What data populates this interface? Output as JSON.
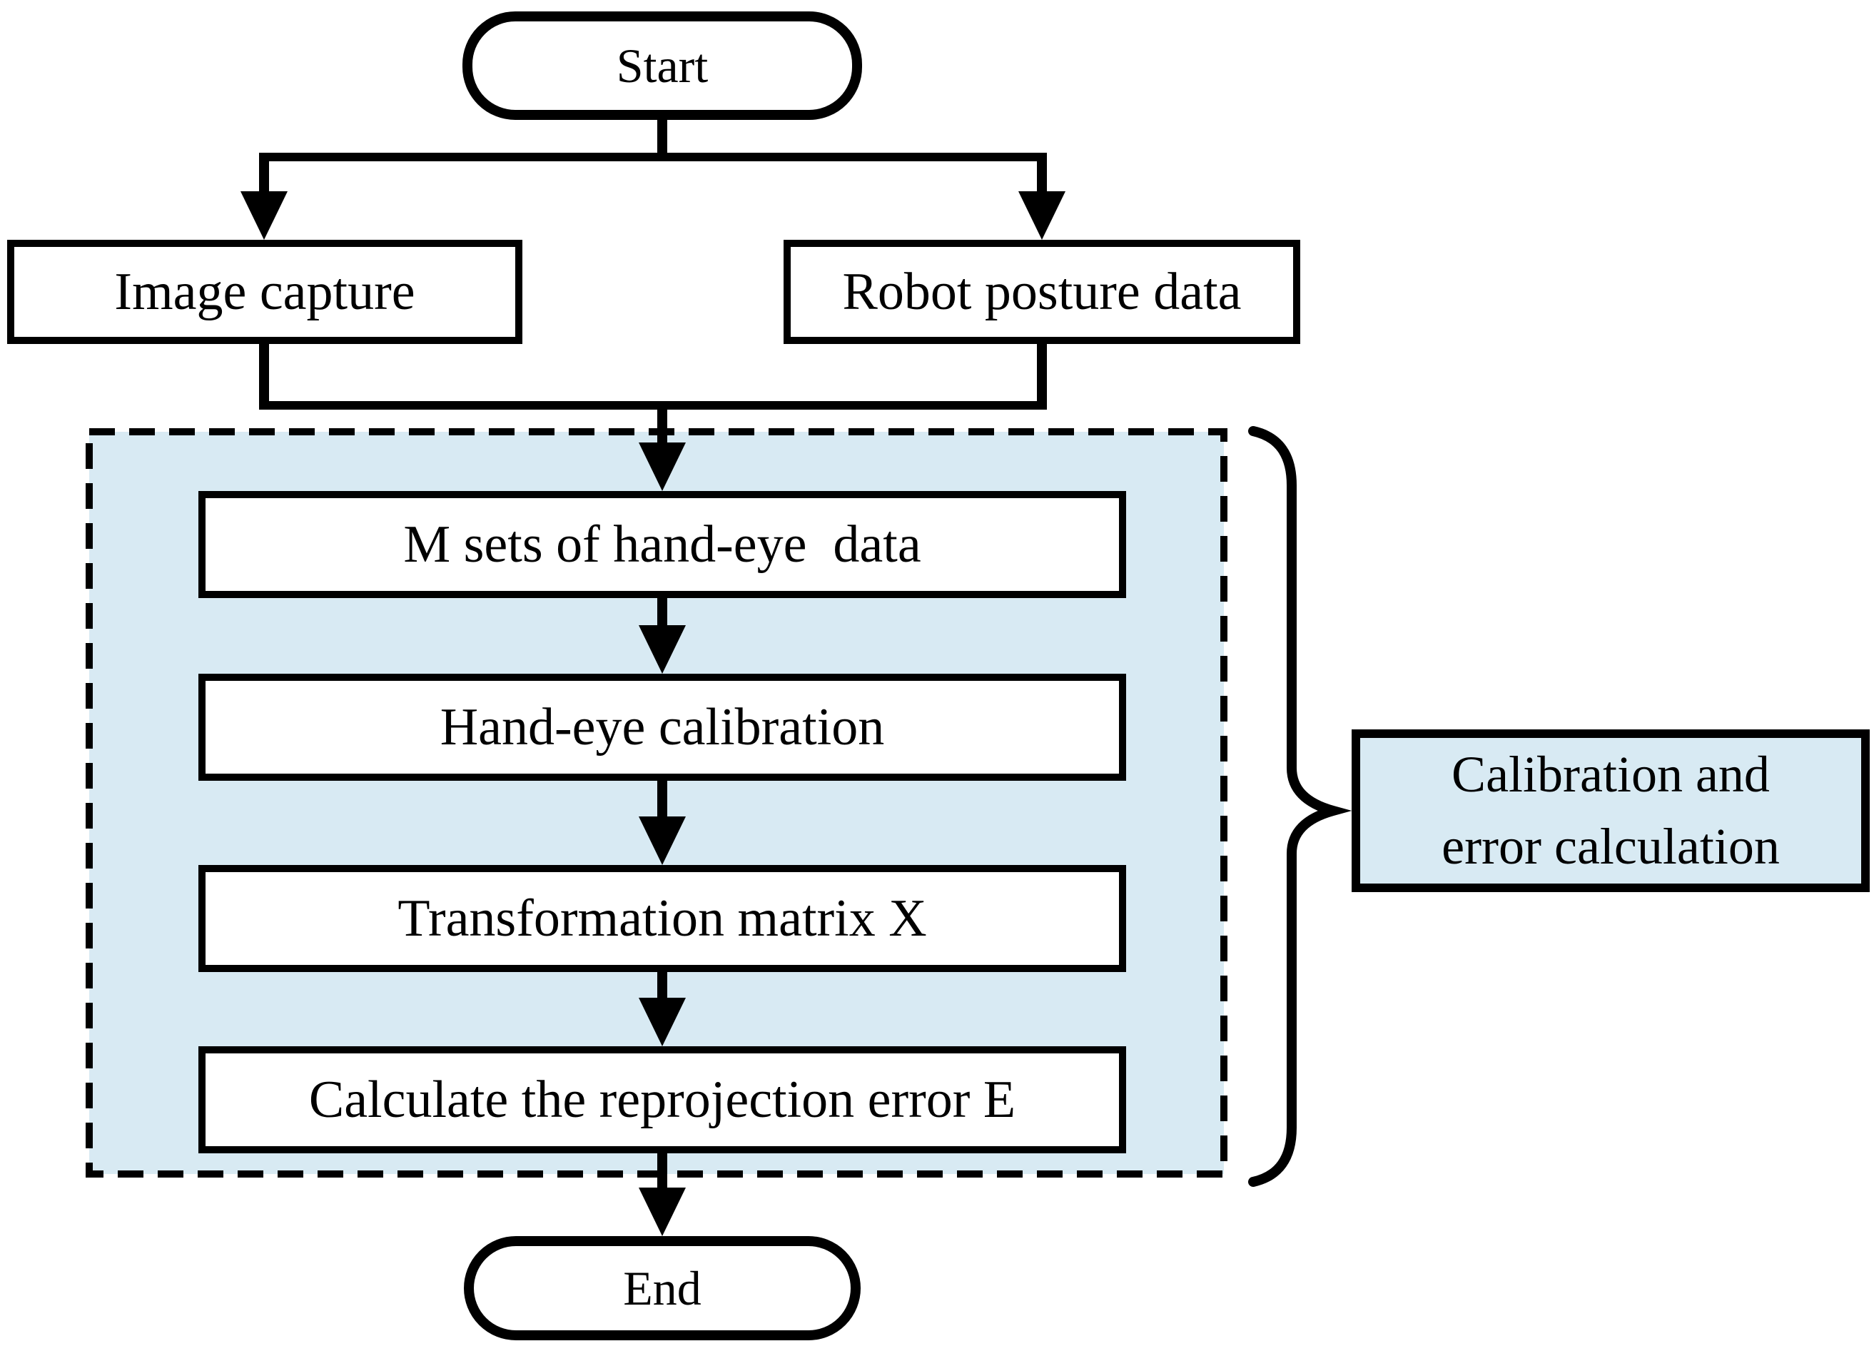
{
  "nodes": {
    "start": "Start",
    "image_capture": "Image capture",
    "robot_posture": "Robot posture data",
    "m_sets": "M sets of hand-eye  data",
    "hand_eye": "Hand-eye calibration",
    "transformation": "Transformation matrix X",
    "reprojection": "Calculate the reprojection error E",
    "end": "End"
  },
  "annotation": {
    "line1": "Calibration and",
    "line2": "error calculation"
  },
  "colors": {
    "highlight_fill": "#d8eaf3",
    "stroke": "#000000",
    "node_fill": "#ffffff"
  }
}
